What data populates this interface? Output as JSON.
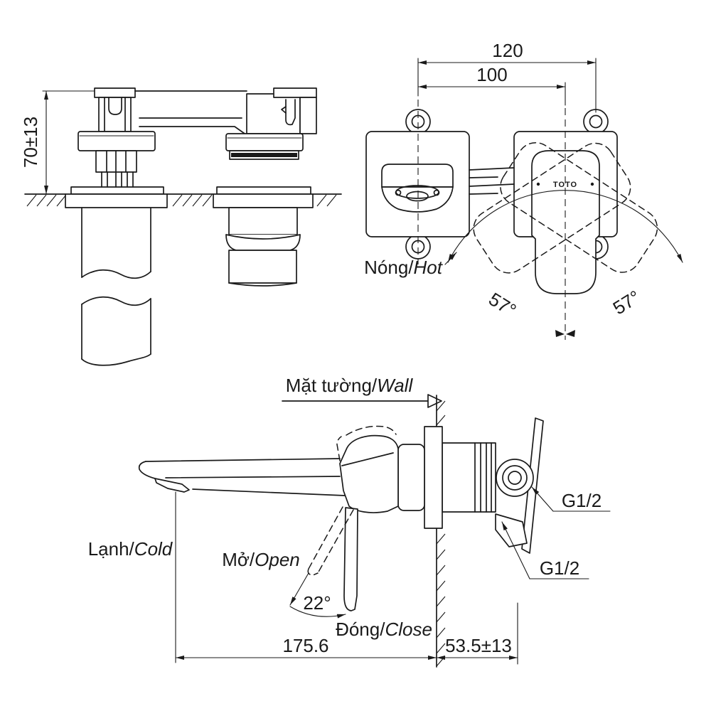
{
  "colors": {
    "line": "#1a1a1a",
    "background": "#ffffff"
  },
  "top_view": {
    "height_dim": "70±13"
  },
  "front_view": {
    "overall_dim": "120",
    "center_dim": "100",
    "angle_left": "57°",
    "angle_right": "57°",
    "hot_vi": "Nóng/",
    "hot_en": "Hot",
    "logo": "TOTO"
  },
  "side_view": {
    "wall_vi": "Mặt tường/",
    "wall_en": "Wall",
    "cold_vi": "Lạnh/",
    "cold_en": "Cold",
    "open_vi": "Mở/",
    "open_en": "Open",
    "close_vi": "Đóng/",
    "close_en": "Close",
    "open_angle": "22°",
    "thread_upper": "G1/2",
    "thread_lower": "G1/2",
    "spout_dim": "175.6",
    "wall_offset_dim": "53.5±13"
  }
}
